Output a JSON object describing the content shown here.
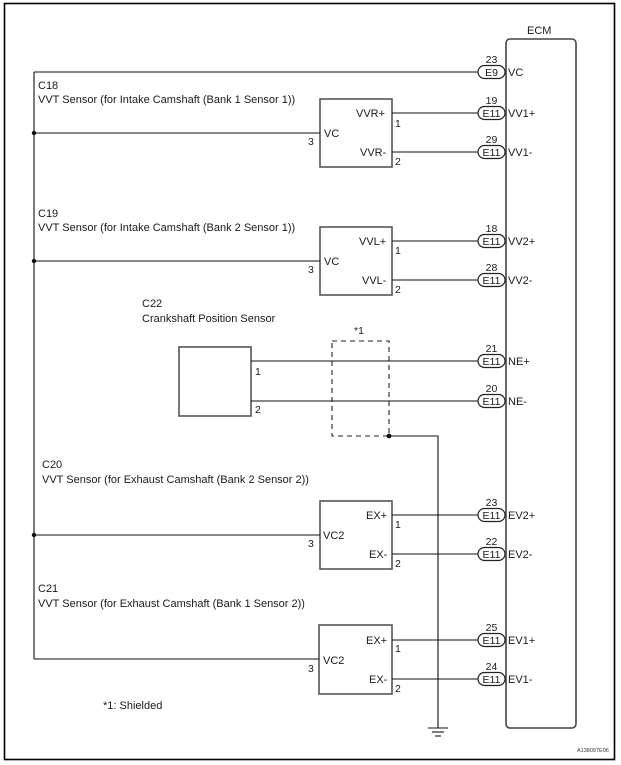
{
  "diagram": {
    "type": "wiring-diagram",
    "ecm": {
      "label": "ECM"
    },
    "ecm_terminals": [
      {
        "pin": "23",
        "connector": "E9",
        "signal": "VC"
      },
      {
        "pin": "19",
        "connector": "E11",
        "signal": "VV1+"
      },
      {
        "pin": "29",
        "connector": "E11",
        "signal": "VV1-"
      },
      {
        "pin": "18",
        "connector": "E11",
        "signal": "VV2+"
      },
      {
        "pin": "28",
        "connector": "E11",
        "signal": "VV2-"
      },
      {
        "pin": "21",
        "connector": "E11",
        "signal": "NE+"
      },
      {
        "pin": "20",
        "connector": "E11",
        "signal": "NE-"
      },
      {
        "pin": "23",
        "connector": "E11",
        "signal": "EV2+"
      },
      {
        "pin": "22",
        "connector": "E11",
        "signal": "EV2-"
      },
      {
        "pin": "25",
        "connector": "E11",
        "signal": "EV1+"
      },
      {
        "pin": "24",
        "connector": "E11",
        "signal": "EV1-"
      }
    ],
    "sensors": [
      {
        "code": "C18",
        "name": "VVT Sensor (for Intake Camshaft (Bank 1 Sensor 1))",
        "supply_label": "VC",
        "supply_pin": "3",
        "pos_label": "VVR+",
        "pos_pin": "1",
        "neg_label": "VVR-",
        "neg_pin": "2"
      },
      {
        "code": "C19",
        "name": "VVT Sensor (for Intake Camshaft (Bank 2 Sensor 1))",
        "supply_label": "VC",
        "supply_pin": "3",
        "pos_label": "VVL+",
        "pos_pin": "1",
        "neg_label": "VVL-",
        "neg_pin": "2"
      },
      {
        "code": "C22",
        "name": "Crankshaft Position Sensor",
        "pos_pin": "1",
        "neg_pin": "2"
      },
      {
        "code": "C20",
        "name": "VVT Sensor (for Exhaust Camshaft (Bank 2 Sensor 2))",
        "supply_label": "VC2",
        "supply_pin": "3",
        "pos_label": "EX+",
        "pos_pin": "1",
        "neg_label": "EX-",
        "neg_pin": "2"
      },
      {
        "code": "C21",
        "name": "VVT Sensor (for Exhaust Camshaft (Bank 1 Sensor 2))",
        "supply_label": "VC2",
        "supply_pin": "3",
        "pos_label": "EX+",
        "pos_pin": "1",
        "neg_label": "EX-",
        "neg_pin": "2"
      }
    ],
    "shield": {
      "marker": "*1"
    },
    "footnote": "*1: Shielded",
    "figure_id": "A138097E06"
  }
}
